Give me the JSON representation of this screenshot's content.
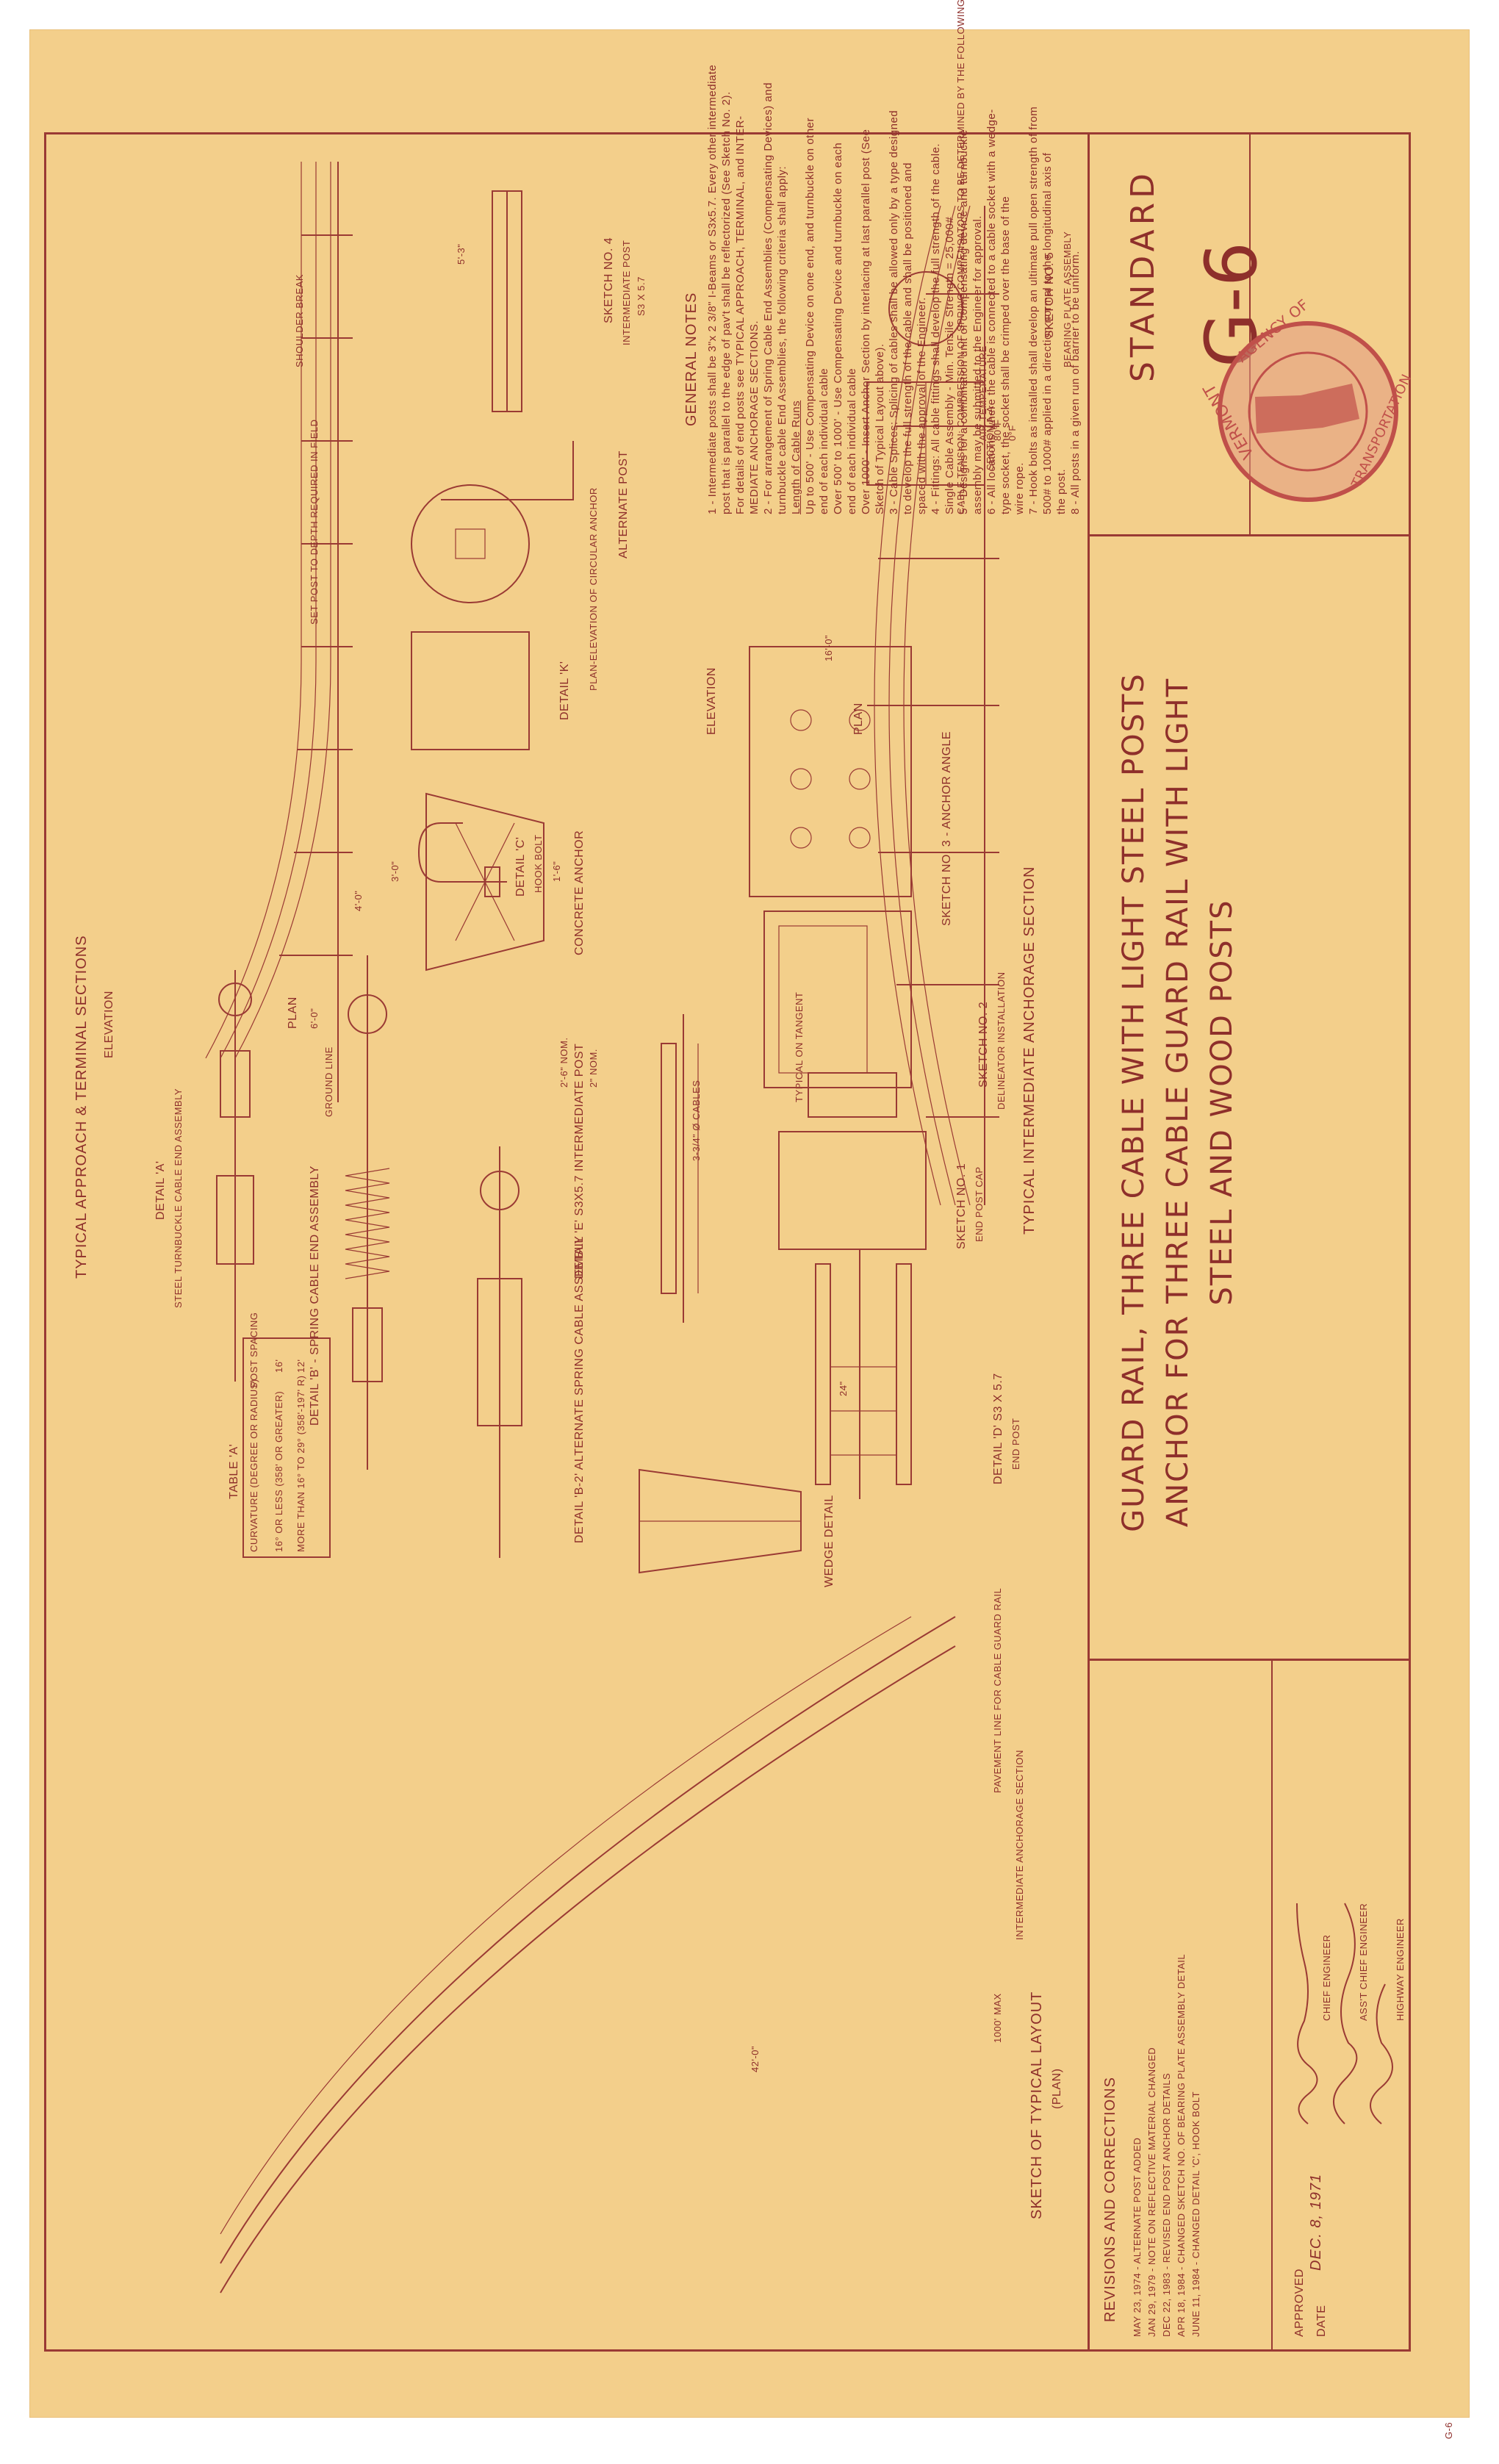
{
  "sheet": {
    "title_lines": [
      "GUARD RAIL, THREE CABLE WITH LIGHT STEEL POSTS",
      "ANCHOR FOR THREE CABLE GUARD RAIL WITH LIGHT",
      "STEEL AND WOOD POSTS"
    ],
    "standard_label": "STANDARD",
    "standard_number": "G-6",
    "agency_seal_text": [
      "VERMONT",
      "AGENCY OF",
      "TRANSPORTATION"
    ],
    "page_mark": "G-6",
    "colors": {
      "paper": "#f3cf8b",
      "ink": "#9a3a34",
      "seal": "#c0504a"
    }
  },
  "revisions": {
    "header": "REVISIONS AND CORRECTIONS",
    "items": [
      "MAY 23, 1974 - ALTERNATE POST ADDED",
      "JAN 29, 1979 - NOTE ON REFLECTIVE MATERIAL CHANGED",
      "DEC 22, 1983 - REVISED END POST ANCHOR DETAILS",
      "APR 18, 1984 - CHANGED SKETCH NO. OF BEARING PLATE ASSEMBLY DETAIL",
      "JUNE 11, 1984 - CHANGED DETAIL 'C', HOOK BOLT"
    ]
  },
  "approval": {
    "approved_label": "APPROVED",
    "date_label": "DATE",
    "date_value": "DEC. 8, 1971",
    "titles": [
      "CHIEF ENGINEER",
      "ASS'T CHIEF ENGINEER",
      "HIGHWAY ENGINEER"
    ]
  },
  "sections": {
    "approach": "TYPICAL APPROACH & TERMINAL SECTIONS",
    "intermediate": "TYPICAL INTERMEDIATE ANCHORAGE SECTION",
    "elevation": "ELEVATION",
    "plan": "PLAN",
    "layout": "SKETCH OF TYPICAL LAYOUT",
    "layout_sub": "(PLAN)",
    "detail_a": "DETAIL 'A'",
    "detail_a_sub": "STEEL TURNBUCKLE CABLE END ASSEMBLY",
    "detail_b": "DETAIL 'B' - SPRING CABLE END ASSEMBLY",
    "detail_b2": "DETAIL 'B-2' ALTERNATE SPRING CABLE ASSEMBLY",
    "detail_c": "DETAIL 'C'",
    "detail_c_sub": "HOOK BOLT",
    "detail_d": "DETAIL 'D' S3 X 5.7",
    "detail_d_sub": "END POST",
    "detail_e": "DETAIL 'E' S3X5.7 INTERMEDIATE POST",
    "wedge": "WEDGE DETAIL",
    "sketch1": "SKETCH NO. 1",
    "sketch1_sub": "END POST CAP",
    "sketch2": "SKETCH NO. 2",
    "sketch2_sub": "DELINEATOR INSTALLATION",
    "sketch3": "SKETCH NO. 3 - ANCHOR ANGLE",
    "sketch4": "SKETCH NO. 4",
    "sketch4_sub": "INTERMEDIATE POST",
    "sketch4_size": "S3 X 5.7",
    "sketch5": "SKETCH NO. 5",
    "sketch5_sub": "BEARING PLATE ASSEMBLY",
    "alternate_post": "ALTERNATE POST",
    "concrete_anchor": "CONCRETE ANCHOR",
    "detail_k": "DETAIL 'K'",
    "circular_anchor": "PLAN-ELEVATION OF CIRCULAR ANCHOR",
    "section_aa": "SECTION A-A"
  },
  "table_a": {
    "caption": "TABLE 'A'",
    "headers": [
      "CURVATURE (DEGREE OR RADIUS)",
      "POST SPACING"
    ],
    "rows": [
      [
        "16° OR LESS (358' OR GREATER)",
        "16'"
      ],
      [
        "MORE THAN 16° TO 29° (358'-197' R)",
        "12'"
      ]
    ]
  },
  "general_notes": {
    "header": "GENERAL NOTES",
    "lines": [
      "1 - Intermediate posts shall be 3\"x 2 3/8\" I-Beams or S3x5.7. Every other intermediate",
      "post that is parallel to the edge of pav't shall be reflectorized (See Sketch No. 2).",
      "For details of end posts see TYPICAL APPROACH, TERMINAL, and INTER-",
      "MEDIATE ANCHORAGE SECTIONS.",
      "2 - For arrangement of Spring Cable End Assemblies (Compensating Devices) and",
      "turnbuckle cable End Assemblies, the following criteria shall apply:",
      "Length of Cable Runs",
      "Up to 500' - Use Compensating Device on one end, and turnbuckle on other",
      "end of each individual cable",
      "Over 500' to 1000' - Use Compensating Device and turnbuckle on each",
      "end of each individual cable",
      "Over 1000' - Insert Anchor Section by interlacing at last parallel post (See",
      "Sketch of Typical Layout above).",
      "3 - Cable Splices: Splicing of cables shall be allowed only by a type designed",
      "to develop the full strength of the cable and shall be positioned and",
      "spaced with the approval of the Engineer.",
      "4 - Fittings: All cable fittings shall develop the full strength of the cable.",
      "Single Cable Assembly - Min. Tensile Strength = 25,000#",
      "5 - Designs for a combination unit of compensating device and turnbuckle",
      "assembly may be submitted to the Engineer for approval.",
      "6 - All locations where the cable is connected to a cable socket with a wedge-",
      "type socket, the socket shall be crimped over the base of the",
      "wire rope.",
      "7 - Hook bolts as installed shall develop an ultimate pull open strength of from",
      "500# to 1000# applied in a direction normal to the longitudinal axis of",
      "the post.",
      "8 - All posts in a given run of barrier to be uniform."
    ]
  },
  "labels": {
    "cable_tension": "CABLE TENSION: COMPRESSION OF SPRING COMPENSATORS TO BE DETERMINED BY THE FOLLOWING MEASUREMENTS:",
    "temps": [
      "AIR TEMPERATURE",
      "80°F",
      "0°F"
    ],
    "shoulder_break": "SHOULDER BREAK",
    "ground_line": "GROUND LINE",
    "set_post": "SET POST TO DEPTH REQUIRED IN FIELD",
    "typical_on_tangent": "TYPICAL ON TANGENT",
    "max_1000": "1000' MAX",
    "intermediate_anchorage": "INTERMEDIATE ANCHORAGE SECTION",
    "pavement_line": "PAVEMENT LINE FOR CABLE GUARD RAIL",
    "three_cables": "3-3/4\" Ø CABLES",
    "dims": [
      "42'-0\"",
      "6'-0\"",
      "16'-0\"",
      "2'-6\" NOM.",
      "2\" NOM.",
      "24\"",
      "4'-0\"",
      "5'-3\"",
      "3'-0\"",
      "1'-6\""
    ]
  }
}
